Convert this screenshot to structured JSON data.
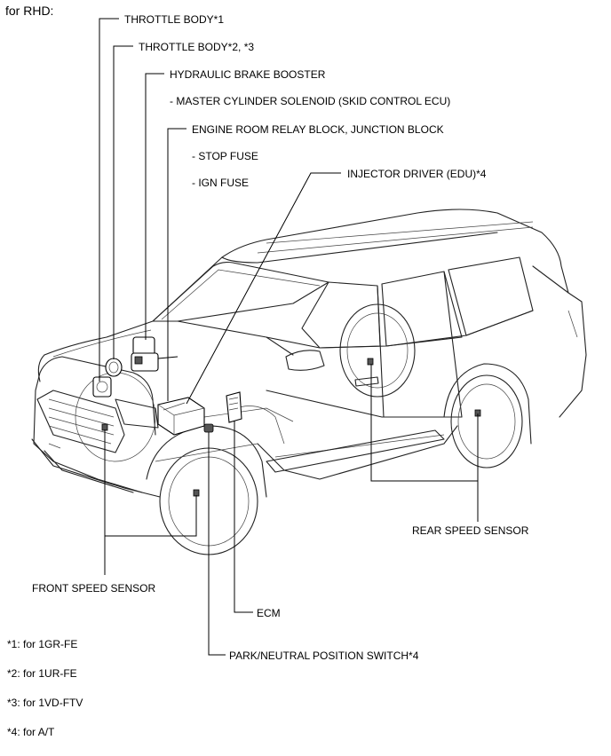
{
  "header": "for RHD:",
  "labels": {
    "throttle_body_1": "THROTTLE BODY*1",
    "throttle_body_23": "THROTTLE BODY*2, *3",
    "hydraulic_brake_booster": "HYDRAULIC BRAKE BOOSTER",
    "master_cylinder_solenoid": "- MASTER CYLINDER SOLENOID (SKID CONTROL ECU)",
    "engine_room_relay_block": "ENGINE ROOM RELAY BLOCK, JUNCTION BLOCK",
    "stop_fuse": "- STOP FUSE",
    "ign_fuse": "- IGN FUSE",
    "injector_driver": "INJECTOR DRIVER (EDU)*4",
    "rear_speed_sensor": "REAR SPEED SENSOR",
    "front_speed_sensor": "FRONT SPEED SENSOR",
    "ecm": "ECM",
    "park_neutral_switch": "PARK/NEUTRAL POSITION SWITCH*4"
  },
  "footnotes": [
    "*1: for 1GR-FE",
    "*2: for 1UR-FE",
    "*3: for 1VD-FTV",
    "*4: for A/T"
  ]
}
